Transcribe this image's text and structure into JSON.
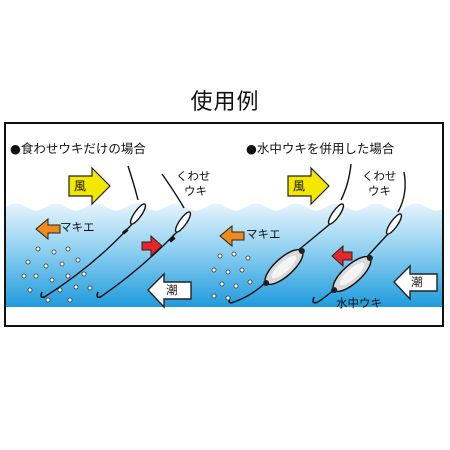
{
  "title": "使用例",
  "left_panel": {
    "heading": "●食わせウキだけの場合",
    "wind": "風",
    "float_label_line1": "くわせ",
    "float_label_line2": "ウキ",
    "chum": "マキエ",
    "tide": "潮"
  },
  "right_panel": {
    "heading": "●水中ウキを併用した場合",
    "wind": "風",
    "float_label_line1": "くわせ",
    "float_label_line2": "ウキ",
    "chum": "マキエ",
    "tide": "潮",
    "underwater_float": "水中ウキ"
  },
  "colors": {
    "wind_arrow": "#f5e800",
    "chum_arrow": "#f08a1c",
    "current_arrow": "#e8262a",
    "water_top": "#dff1fb",
    "water_bottom": "#2aa3e0",
    "tide_arrow": "#ffffff"
  }
}
